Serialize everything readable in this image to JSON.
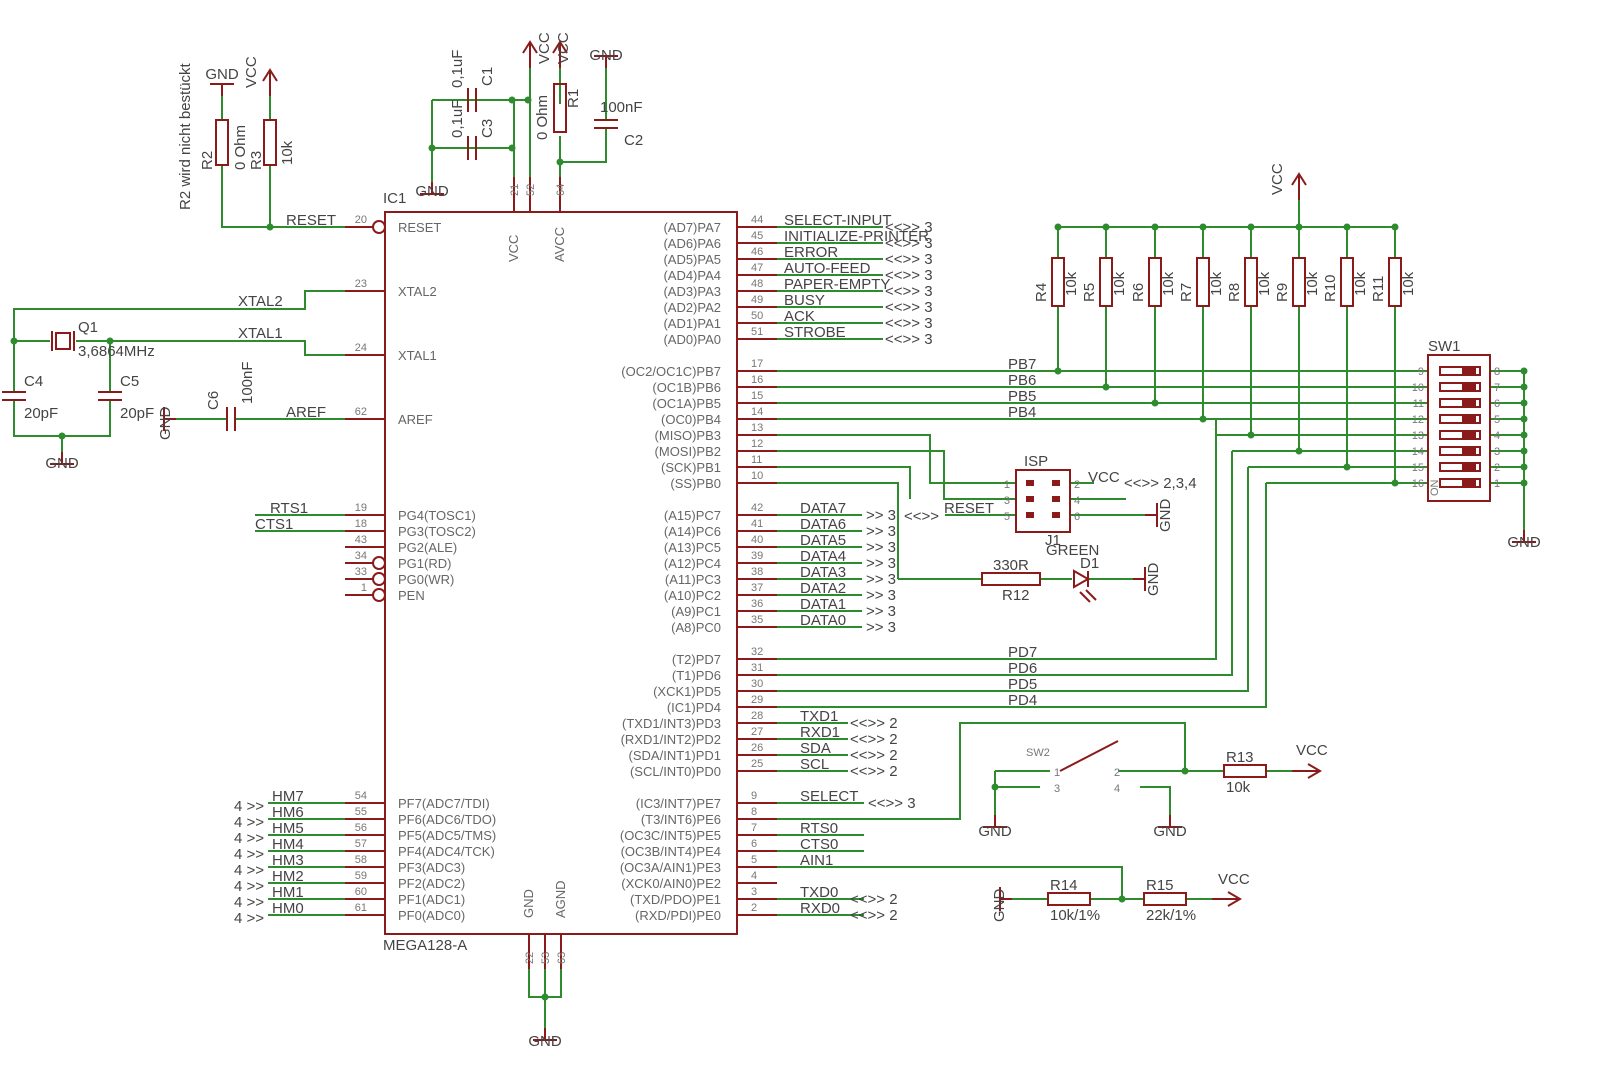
{
  "chip": {
    "name": "IC1",
    "part": "MEGA128-A",
    "top_pins": [
      {
        "num": "21",
        "name": "VCC"
      },
      {
        "num": "52",
        "name": ""
      },
      {
        "num": "64",
        "name": "AVCC"
      }
    ],
    "bottom_pins": [
      {
        "num": "22",
        "name": "GND"
      },
      {
        "num": "53",
        "name": ""
      },
      {
        "num": "63",
        "name": "AGND"
      }
    ],
    "left_pins": [
      {
        "num": "20",
        "name": "RESET",
        "net": "RESET",
        "inv": true
      },
      {
        "num": "23",
        "name": "XTAL2",
        "net": "XTAL2"
      },
      {
        "num": "24",
        "name": "XTAL1",
        "net": "XTAL1"
      },
      {
        "num": "62",
        "name": "AREF",
        "net": "AREF"
      },
      {
        "num": "19",
        "name": "PG4(TOSC1)",
        "net": "RTS1"
      },
      {
        "num": "18",
        "name": "PG3(TOSC2)",
        "net": "CTS1"
      },
      {
        "num": "43",
        "name": "PG2(ALE)",
        "net": ""
      },
      {
        "num": "34",
        "name": "PG1(RD)",
        "net": "",
        "inv": true
      },
      {
        "num": "33",
        "name": "PG0(WR)",
        "net": "",
        "inv": true
      },
      {
        "num": "1",
        "name": "PEN",
        "net": "",
        "inv": true
      },
      {
        "num": "54",
        "name": "PF7(ADC7/TDI)",
        "net": "HM7",
        "pre": "4 >>"
      },
      {
        "num": "55",
        "name": "PF6(ADC6/TDO)",
        "net": "HM6",
        "pre": "4 >>"
      },
      {
        "num": "56",
        "name": "PF5(ADC5/TMS)",
        "net": "HM5",
        "pre": "4 >>"
      },
      {
        "num": "57",
        "name": "PF4(ADC4/TCK)",
        "net": "HM4",
        "pre": "4 >>"
      },
      {
        "num": "58",
        "name": "PF3(ADC3)",
        "net": "HM3",
        "pre": "4 >>"
      },
      {
        "num": "59",
        "name": "PF2(ADC2)",
        "net": "HM2",
        "pre": "4 >>"
      },
      {
        "num": "60",
        "name": "PF1(ADC1)",
        "net": "HM1",
        "pre": "4 >>"
      },
      {
        "num": "61",
        "name": "PF0(ADC0)",
        "net": "HM0",
        "pre": "4 >>"
      }
    ],
    "right_pins": [
      {
        "num": "44",
        "name": "(AD7)PA7",
        "net": "SELECT-INPUT",
        "ref": "<<>> 3"
      },
      {
        "num": "45",
        "name": "(AD6)PA6",
        "net": "INITIALIZE-PRINTER",
        "ref": "<<>> 3"
      },
      {
        "num": "46",
        "name": "(AD5)PA5",
        "net": "ERROR",
        "ref": "<<>> 3"
      },
      {
        "num": "47",
        "name": "(AD4)PA4",
        "net": "AUTO-FEED",
        "ref": "<<>> 3"
      },
      {
        "num": "48",
        "name": "(AD3)PA3",
        "net": "PAPER-EMPTY",
        "ref": "<<>> 3"
      },
      {
        "num": "49",
        "name": "(AD2)PA2",
        "net": "BUSY",
        "ref": "<<>> 3"
      },
      {
        "num": "50",
        "name": "(AD1)PA1",
        "net": "ACK",
        "ref": "<<>> 3"
      },
      {
        "num": "51",
        "name": "(AD0)PA0",
        "net": "STROBE",
        "ref": "<<>> 3"
      },
      {
        "num": "17",
        "name": "(OC2/OC1C)PB7",
        "net": "PB7"
      },
      {
        "num": "16",
        "name": "(OC1B)PB6",
        "net": "PB6"
      },
      {
        "num": "15",
        "name": "(OC1A)PB5",
        "net": "PB5"
      },
      {
        "num": "14",
        "name": "(OC0)PB4",
        "net": "PB4"
      },
      {
        "num": "13",
        "name": "(MISO)PB3",
        "net": ""
      },
      {
        "num": "12",
        "name": "(MOSI)PB2",
        "net": ""
      },
      {
        "num": "11",
        "name": "(SCK)PB1",
        "net": ""
      },
      {
        "num": "10",
        "name": "(SS)PB0",
        "net": ""
      },
      {
        "num": "42",
        "name": "(A15)PC7",
        "net": "DATA7",
        "ref": ">> 3"
      },
      {
        "num": "41",
        "name": "(A14)PC6",
        "net": "DATA6",
        "ref": ">> 3"
      },
      {
        "num": "40",
        "name": "(A13)PC5",
        "net": "DATA5",
        "ref": ">> 3"
      },
      {
        "num": "39",
        "name": "(A12)PC4",
        "net": "DATA4",
        "ref": ">> 3"
      },
      {
        "num": "38",
        "name": "(A11)PC3",
        "net": "DATA3",
        "ref": ">> 3"
      },
      {
        "num": "37",
        "name": "(A10)PC2",
        "net": "DATA2",
        "ref": ">> 3"
      },
      {
        "num": "36",
        "name": "(A9)PC1",
        "net": "DATA1",
        "ref": ">> 3"
      },
      {
        "num": "35",
        "name": "(A8)PC0",
        "net": "DATA0",
        "ref": ">> 3"
      },
      {
        "num": "32",
        "name": "(T2)PD7",
        "net": "PD7"
      },
      {
        "num": "31",
        "name": "(T1)PD6",
        "net": "PD6"
      },
      {
        "num": "30",
        "name": "(XCK1)PD5",
        "net": "PD5"
      },
      {
        "num": "29",
        "name": "(IC1)PD4",
        "net": "PD4"
      },
      {
        "num": "28",
        "name": "(TXD1/INT3)PD3",
        "net": "TXD1",
        "ref": "<<>> 2"
      },
      {
        "num": "27",
        "name": "(RXD1/INT2)PD2",
        "net": "RXD1",
        "ref": "<<>> 2"
      },
      {
        "num": "26",
        "name": "(SDA/INT1)PD1",
        "net": "SDA",
        "ref": "<<>> 2"
      },
      {
        "num": "25",
        "name": "(SCL/INT0)PD0",
        "net": "SCL",
        "ref": "<<>> 2"
      },
      {
        "num": "9",
        "name": "(IC3/INT7)PE7",
        "net": "SELECT",
        "ref": "<<>> 3"
      },
      {
        "num": "8",
        "name": "(T3/INT6)PE6",
        "net": ""
      },
      {
        "num": "7",
        "name": "(OC3C/INT5)PE5",
        "net": "RTS0"
      },
      {
        "num": "6",
        "name": "(OC3B/INT4)PE4",
        "net": "CTS0"
      },
      {
        "num": "5",
        "name": "(OC3A/AIN1)PE3",
        "net": "AIN1"
      },
      {
        "num": "4",
        "name": "(XCK0/AIN0)PE2",
        "net": ""
      },
      {
        "num": "3",
        "name": "(TXD/PDO)PE1",
        "net": "TXD0",
        "ref": "<<>> 2"
      },
      {
        "num": "2",
        "name": "(RXD/PDI)PE0",
        "net": "RXD0",
        "ref": "<<>> 2"
      }
    ]
  },
  "labels": {
    "r2_note": "R2 wird nicht bestückt",
    "gnd": "GND",
    "vcc": "VCC",
    "r2": "R2",
    "r2_val": "0 Ohm",
    "r3": "R3",
    "r3_val": "10k",
    "c1": "C1",
    "c1_val": "0,1uF",
    "c3": "C3",
    "c3_val": "0,1uF",
    "r1": "R1",
    "r1_val": "0 Ohm",
    "c2": "C2",
    "c2_val": "100nF",
    "q1": "Q1",
    "q1_val": "3,6864MHz",
    "c4": "C4",
    "c4_val": "20pF",
    "c5": "C5",
    "c5_val": "20pF",
    "c6": "C6",
    "c6_val": "100nF",
    "isp": "ISP",
    "j1": "J1",
    "isp_ref": "<<>> 2,3,4",
    "isp_reset": "RESET",
    "dc_ref": "<<>>",
    "r12": "R12",
    "r12_val": "330R",
    "d1": "D1",
    "d1_val": "GREEN",
    "sw1": "SW1",
    "sw1_on": "ON",
    "sw2": "SW2",
    "r13": "R13",
    "r13_val": "10k",
    "r14": "R14",
    "r14_val": "10k/1%",
    "r15": "R15",
    "r15_val": "22k/1%",
    "pull_ups": [
      {
        "ref": "R4",
        "val": "10k"
      },
      {
        "ref": "R5",
        "val": "10k"
      },
      {
        "ref": "R6",
        "val": "10k"
      },
      {
        "ref": "R7",
        "val": "10k"
      },
      {
        "ref": "R8",
        "val": "10k"
      },
      {
        "ref": "R9",
        "val": "10k"
      },
      {
        "ref": "R10",
        "val": "10k"
      },
      {
        "ref": "R11",
        "val": "10k"
      }
    ],
    "sw1_left_pins": [
      "9",
      "10",
      "11",
      "12",
      "13",
      "14",
      "15",
      "16"
    ],
    "sw1_right_pins": [
      "8",
      "7",
      "6",
      "5",
      "4",
      "3",
      "2",
      "1"
    ],
    "isp_pins": [
      "1",
      "2",
      "3",
      "4",
      "5",
      "6"
    ],
    "sw2_pins": [
      "1",
      "2",
      "3",
      "4"
    ]
  },
  "colors": {
    "wire": "#2e8b2e",
    "symbol": "#8b1a1a",
    "text": "#444444"
  }
}
